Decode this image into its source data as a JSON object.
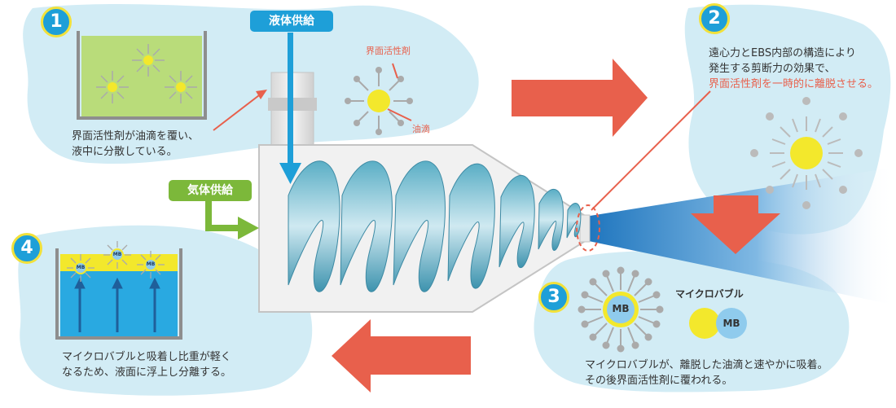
{
  "labels": {
    "liquid_supply": "液体供給",
    "gas_supply": "気体供給",
    "surfactant": "界面活性剤",
    "oil_droplet": "油滴",
    "microbubble": "マイクロバブル",
    "mb": "MB"
  },
  "steps": [
    {
      "number": "1",
      "lines": [
        "界面活性剤が油滴を覆い、",
        "液中に分散している。"
      ]
    },
    {
      "number": "2",
      "lines": [
        "遠心力とEBS内部の構造により",
        "発生する剪断力の効果で、",
        "界面活性剤を一時的に離脱させる。"
      ]
    },
    {
      "number": "3",
      "lines": [
        "マイクロバブルが、離脱した油滴と速やかに吸着。",
        "その後界面活性剤に覆われる。"
      ]
    },
    {
      "number": "4",
      "lines": [
        "マイクロバブルと吸着し比重が軽く",
        "なるため、液面に浮上し分離する。"
      ]
    }
  ],
  "colors": {
    "cloud": "#d2ecf5",
    "badge": "#1e9fd8",
    "badge_ring": "#f2e13a",
    "flow_arrow": "#e8604c",
    "liquid_tag": "#1e9fd8",
    "gas_tag": "#7cb83a",
    "oil": "#f3e82c",
    "liquid_green": "#b9dc7a",
    "water_blue": "#29a9e1",
    "spiral": "#7fc1d4"
  }
}
